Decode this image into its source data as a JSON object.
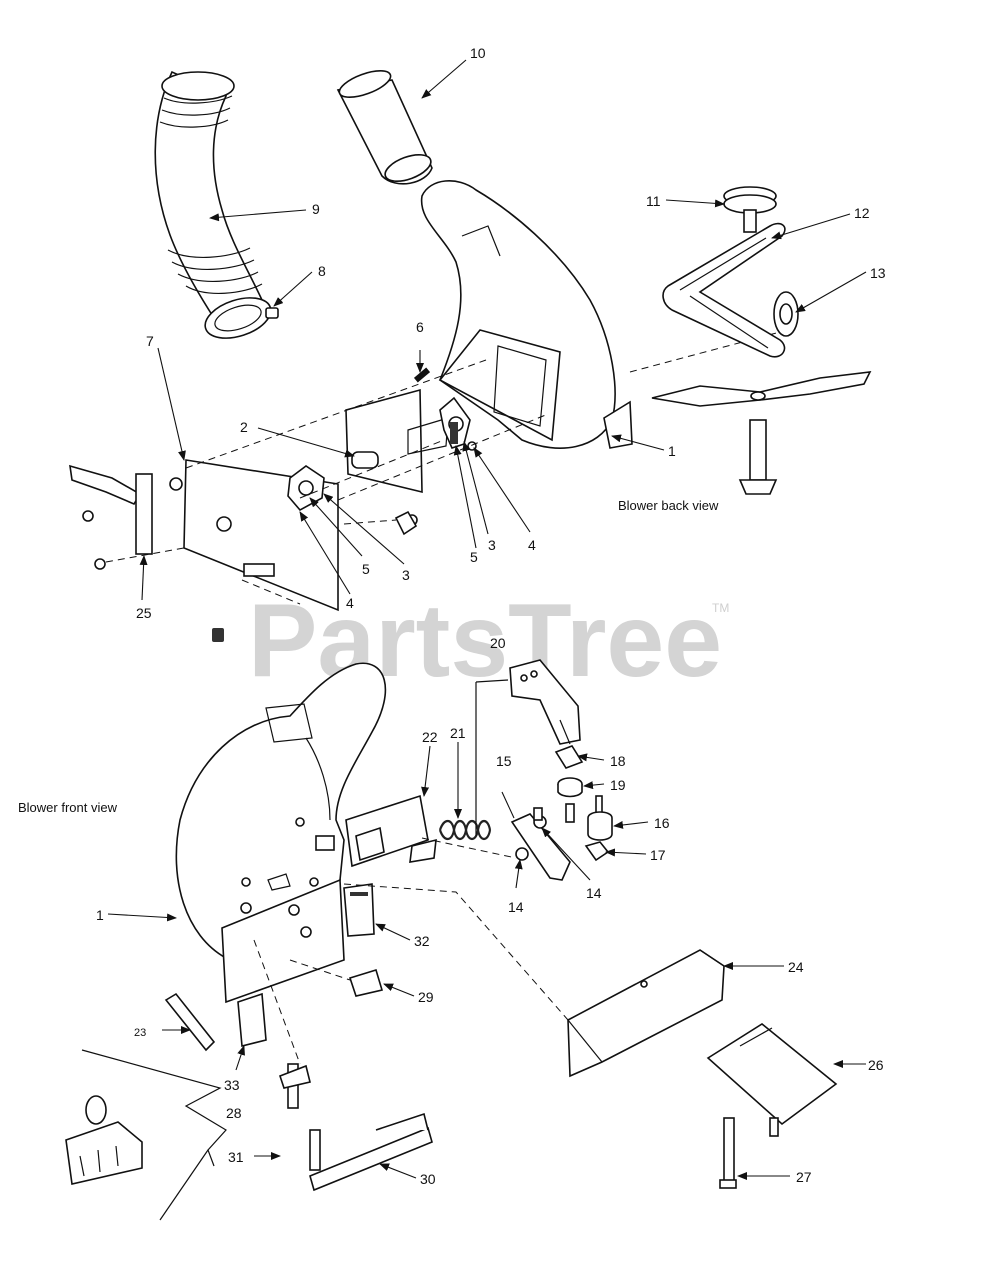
{
  "watermark": {
    "brand": "PartsTree",
    "trademark": "TM"
  },
  "captions": {
    "back_view": "Blower back view",
    "front_view": "Blower front view"
  },
  "callouts": [
    "1",
    "2",
    "3",
    "4",
    "5",
    "6",
    "7",
    "8",
    "9",
    "10",
    "11",
    "12",
    "13",
    "14",
    "15",
    "16",
    "17",
    "18",
    "19",
    "20",
    "21",
    "22",
    "23",
    "24",
    "25",
    "26",
    "27",
    "28",
    "29",
    "30",
    "31",
    "32",
    "33"
  ]
}
